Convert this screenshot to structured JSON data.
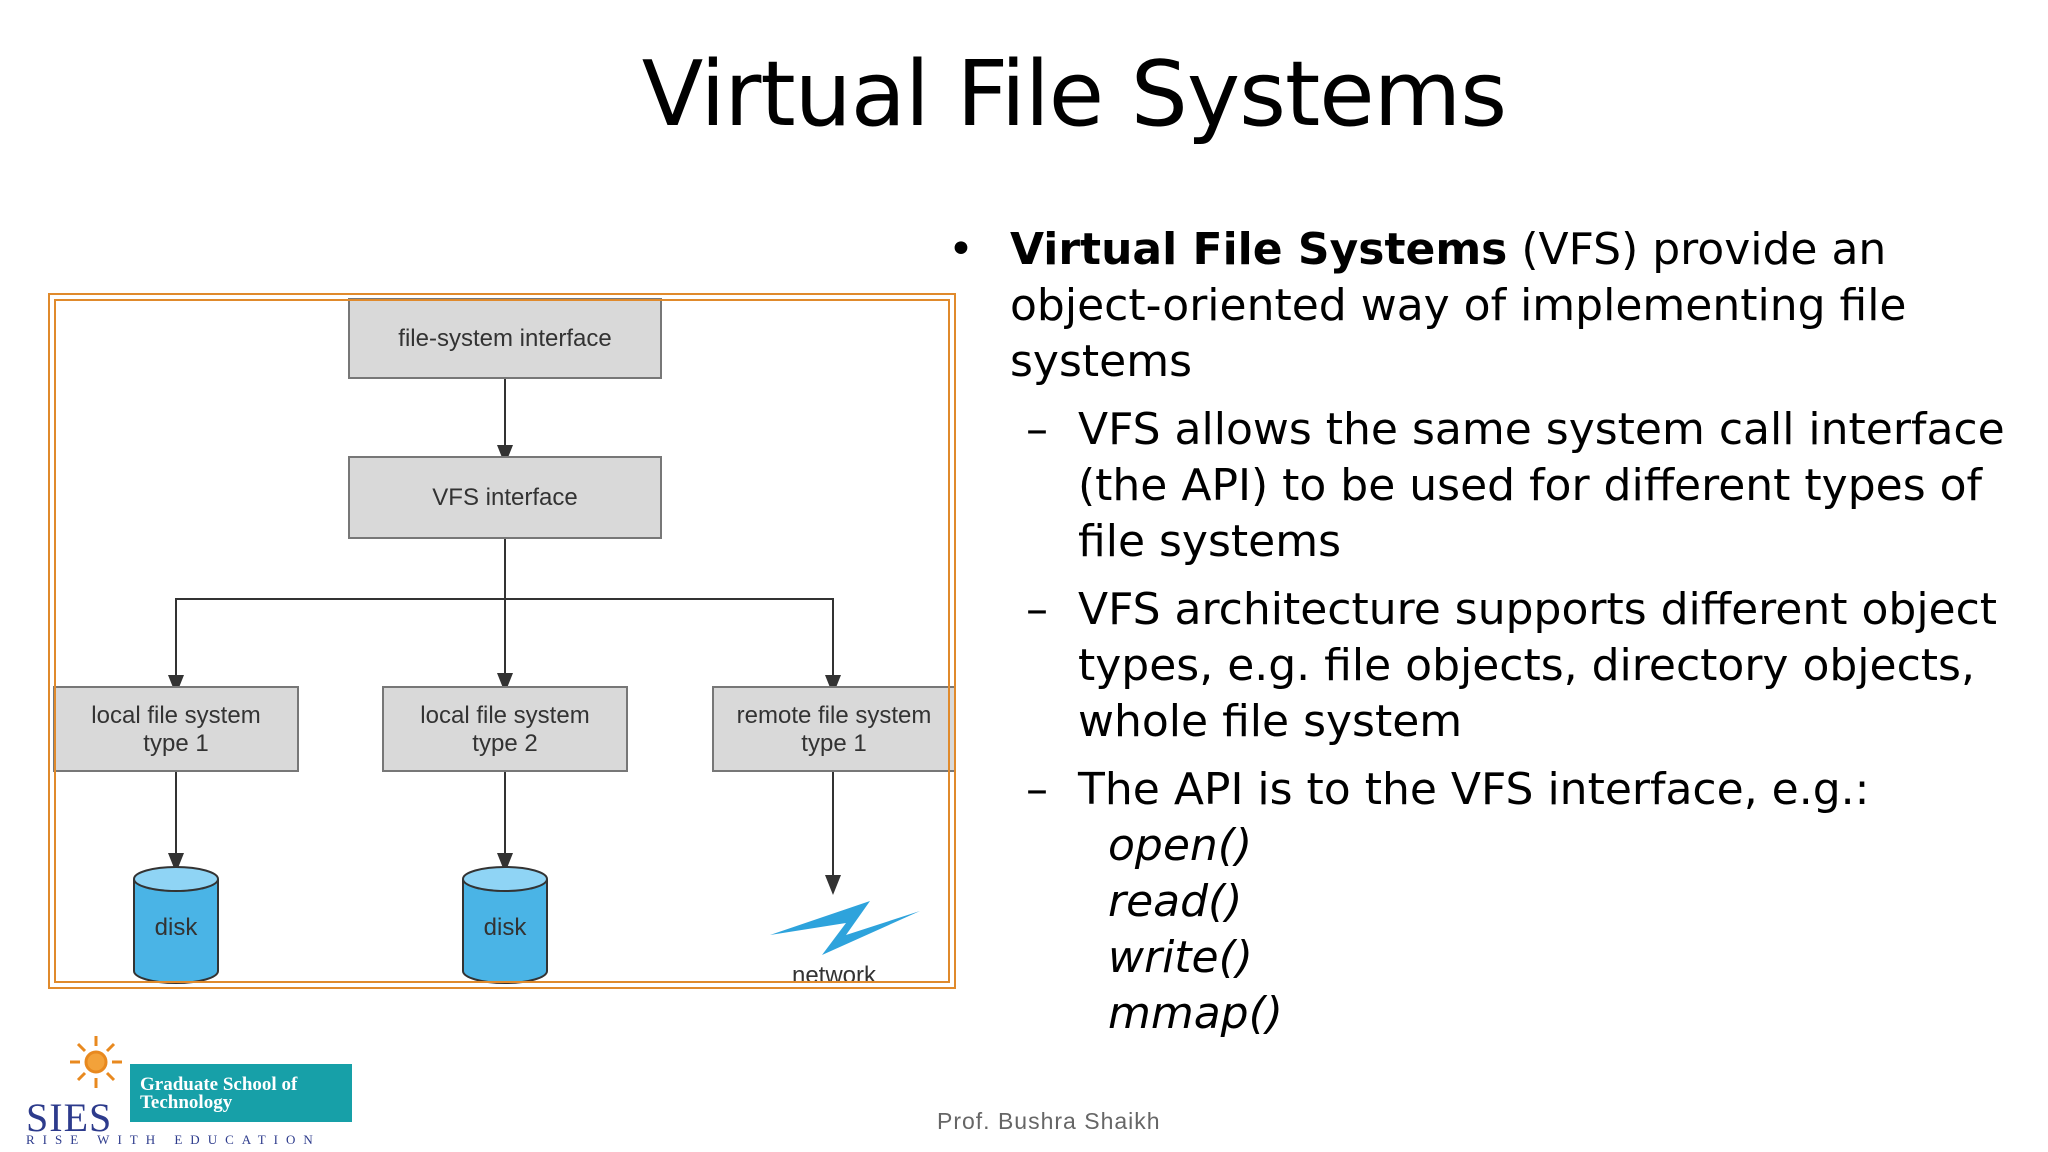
{
  "title": "Virtual File Systems",
  "diagram": {
    "fs_interface": "file-system interface",
    "vfs_interface": "VFS interface",
    "local1": [
      "local file system",
      "type 1"
    ],
    "local2": [
      "local file system",
      "type 2"
    ],
    "remote": [
      "remote file system",
      "type 1"
    ],
    "disk1": "disk",
    "disk2": "disk",
    "network": "network",
    "frame_color": "#e08a2c",
    "box_fill": "#d9d9d9",
    "disk_color": "#4ab4e6",
    "lightning_color": "#2ea3dc"
  },
  "bullets": {
    "main_bold": "Virtual File Systems",
    "main_rest": " (VFS) provide an object-oriented way of implementing file systems",
    "sub1": "VFS allows the same system call interface (the API) to be used for different types of file systems",
    "sub2": "VFS architecture supports different object types, e.g. file objects, directory objects, whole file system",
    "sub3": "The API is to the VFS interface, e.g.:",
    "calls": [
      "open()",
      "read()",
      "write()",
      "mmap()"
    ],
    "bullet_glyph": "•",
    "dash_glyph": "–"
  },
  "footer": {
    "author": "Prof. Bushra Shaikh"
  },
  "logo": {
    "name": "SIES",
    "tagline": "RISE WITH EDUCATION",
    "box_line1": "Graduate School of",
    "box_line2": "Technology"
  }
}
